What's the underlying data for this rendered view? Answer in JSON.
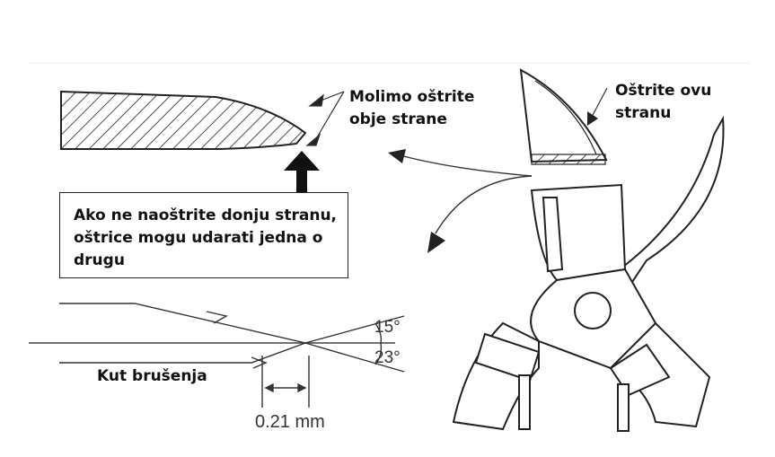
{
  "labels": {
    "sharpen_both_sides": [
      "Molimo oštrite",
      "obje strane"
    ],
    "sharpen_this_side": [
      "Oštrite ovu",
      "stranu"
    ],
    "warning": [
      "Ako ne naoštrite donju stranu,",
      "oštrice mogu udarati jedna o",
      "drugu"
    ],
    "grind_angle": "Kut brušenja"
  },
  "dimensions": {
    "angle_top": "15°",
    "angle_bottom": "23°",
    "gap": "0.21 mm"
  },
  "icons": [
    "up-arrow-icon",
    "curved-arrow-icon",
    "wire-cutter-illustration"
  ]
}
